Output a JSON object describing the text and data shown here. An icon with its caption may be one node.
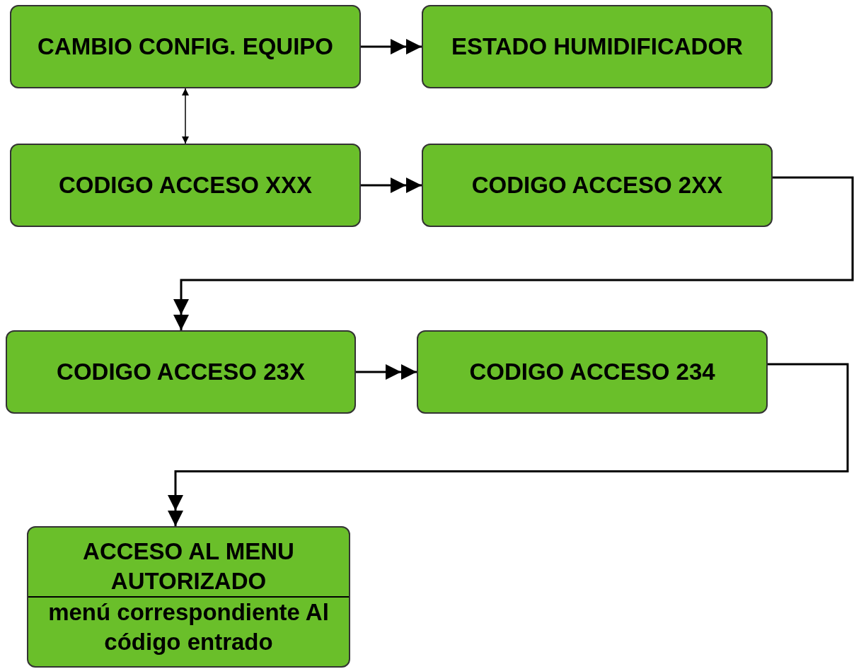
{
  "diagram": {
    "nodes": [
      {
        "text": [
          "CAMBIO CONFIG. EQUIPO"
        ]
      },
      {
        "text": [
          "ESTADO HUMIDIFICADOR"
        ]
      },
      {
        "text": [
          "CODIGO ACCESO XXX"
        ]
      },
      {
        "text": [
          "CODIGO ACCESO 2XX"
        ]
      },
      {
        "text": [
          "CODIGO ACCESO 23X"
        ]
      },
      {
        "text": [
          "CODIGO ACCESO 234"
        ]
      },
      {
        "text": [
          "ACCESO AL MENU AUTORIZADO",
          "menú correspondiente Al código entrado"
        ]
      }
    ],
    "edges": [
      {
        "from": 0,
        "to": 1,
        "arrow": "to"
      },
      {
        "from": 0,
        "to": 2,
        "arrow": "both"
      },
      {
        "from": 2,
        "to": 3,
        "arrow": "to"
      },
      {
        "from": 3,
        "to": 4,
        "arrow": "to"
      },
      {
        "from": 4,
        "to": 5,
        "arrow": "to"
      },
      {
        "from": 5,
        "to": 6,
        "arrow": "to"
      }
    ]
  }
}
